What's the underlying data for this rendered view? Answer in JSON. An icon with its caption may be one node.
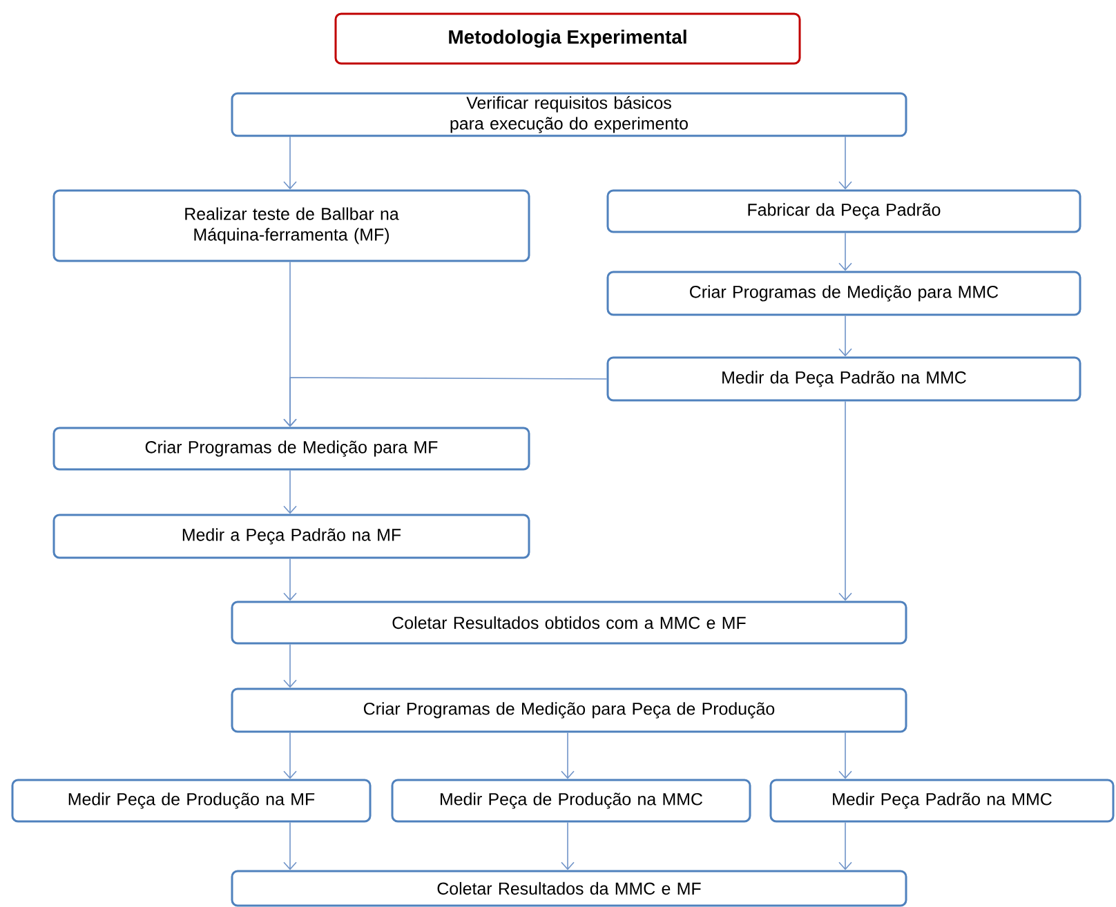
{
  "diagram": {
    "title": "Metodologia Experimental",
    "nodes": [
      {
        "text": [
          "Verificar requisitos básicos para execução do experimento"
        ]
      },
      {
        "text": [
          "Realizar teste de Ballbar na Máquina-ferramenta (MF)"
        ]
      },
      {
        "text": [
          "Fabricar da Peça Padrão"
        ]
      },
      {
        "text": [
          "Criar Programas de Medição para MMC"
        ]
      },
      {
        "text": [
          "Medir da Peça Padrão na MMC"
        ]
      },
      {
        "text": [
          "Criar Programas de Medição para MF"
        ]
      },
      {
        "text": [
          "Medir a Peça Padrão na MF"
        ]
      },
      {
        "text": [
          "Coletar Resultados obtidos com a MMC e MF"
        ]
      },
      {
        "text": [
          "Criar Programas de Medição para Peça de Produção"
        ]
      },
      {
        "text": [
          "Medir Peça de Produção na MF"
        ]
      },
      {
        "text": [
          "Medir Peça de Produção na MMC"
        ]
      },
      {
        "text": [
          "Medir Peça Padrão na MMC"
        ]
      },
      {
        "text": [
          "Coletar Resultados da MMC e MF"
        ]
      }
    ],
    "edges": [
      {
        "from": 0,
        "to": 1,
        "arrow": "to"
      },
      {
        "from": 0,
        "to": 2,
        "arrow": "to"
      },
      {
        "from": 1,
        "to": 5,
        "arrow": "to"
      },
      {
        "from": 2,
        "to": 3,
        "arrow": "to"
      },
      {
        "from": 3,
        "to": 4,
        "arrow": "to"
      },
      {
        "from": 4,
        "to": 5,
        "arrow": "to"
      },
      {
        "from": 5,
        "to": 6,
        "arrow": "to"
      },
      {
        "from": 6,
        "to": 7,
        "arrow": "to"
      },
      {
        "from": 4,
        "to": 7,
        "arrow": "to"
      },
      {
        "from": 7,
        "to": 8,
        "arrow": "to"
      },
      {
        "from": 8,
        "to": 9,
        "arrow": "to"
      },
      {
        "from": 8,
        "to": 10,
        "arrow": "to"
      },
      {
        "from": 8,
        "to": 11,
        "arrow": "to"
      },
      {
        "from": 9,
        "to": 12,
        "arrow": "to"
      },
      {
        "from": 10,
        "to": 12,
        "arrow": "to"
      },
      {
        "from": 11,
        "to": 12,
        "arrow": "to"
      }
    ]
  }
}
